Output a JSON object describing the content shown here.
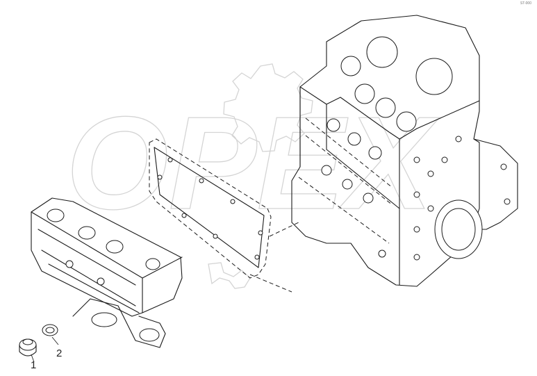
{
  "drawing": {
    "corner_ref": "ST-000",
    "watermark_text": "OPEX",
    "colors": {
      "line": "#1a1a1a",
      "watermark": "#d4d4d4",
      "background": "#ffffff"
    }
  },
  "callouts": [
    {
      "number": "1",
      "part": "drain-plug"
    },
    {
      "number": "2",
      "part": "sealing-washer"
    }
  ]
}
